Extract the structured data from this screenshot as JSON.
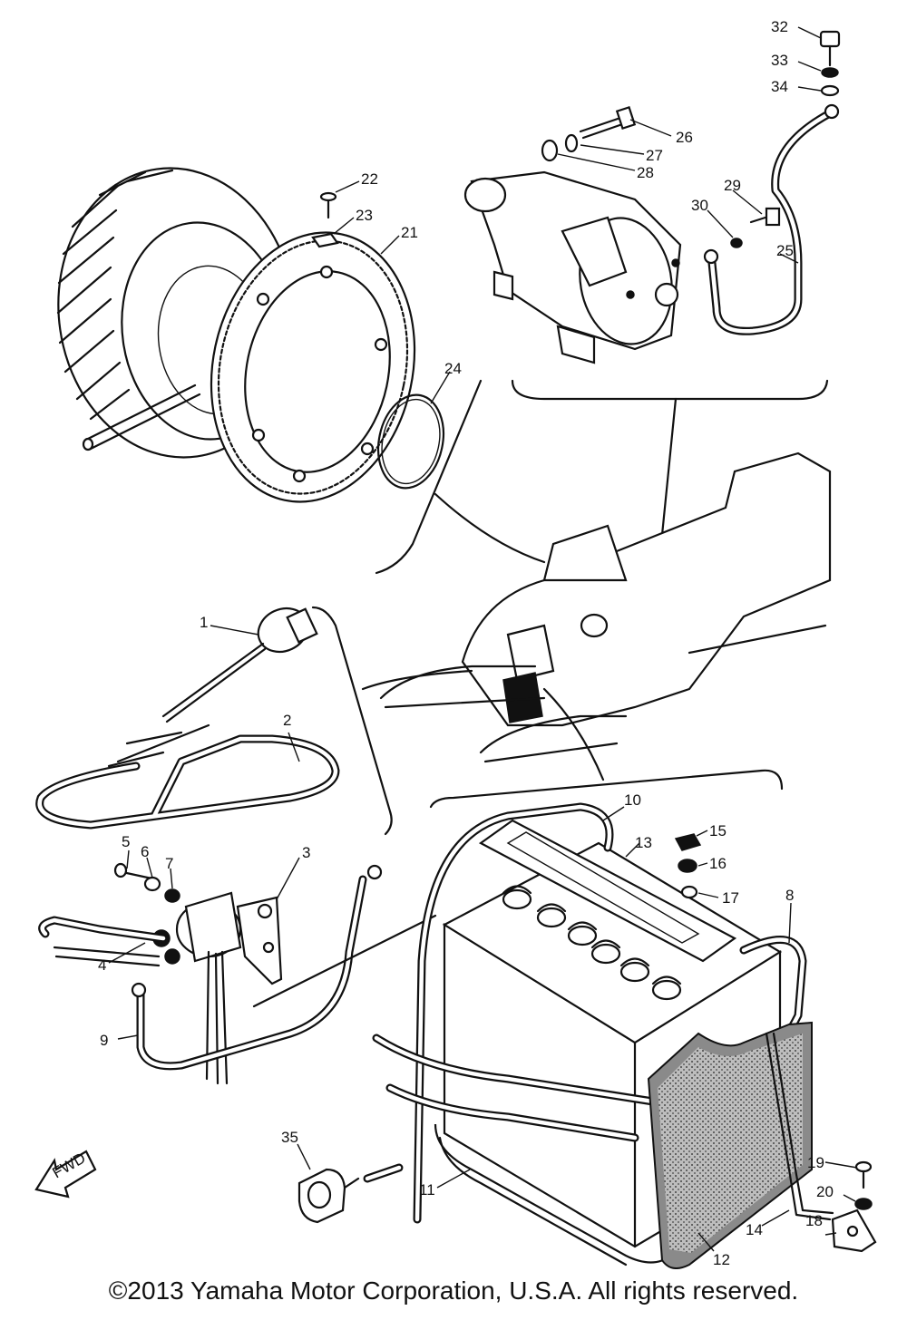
{
  "diagram": {
    "labels": [
      {
        "id": "1",
        "text": "1"
      },
      {
        "id": "2",
        "text": "2"
      },
      {
        "id": "3",
        "text": "3"
      },
      {
        "id": "4",
        "text": "4"
      },
      {
        "id": "5",
        "text": "5"
      },
      {
        "id": "6",
        "text": "6"
      },
      {
        "id": "7",
        "text": "7"
      },
      {
        "id": "8",
        "text": "8"
      },
      {
        "id": "9",
        "text": "9"
      },
      {
        "id": "10",
        "text": "10"
      },
      {
        "id": "11",
        "text": "11"
      },
      {
        "id": "12",
        "text": "12"
      },
      {
        "id": "13",
        "text": "13"
      },
      {
        "id": "14",
        "text": "14"
      },
      {
        "id": "15",
        "text": "15"
      },
      {
        "id": "16",
        "text": "16"
      },
      {
        "id": "17",
        "text": "17"
      },
      {
        "id": "18",
        "text": "18"
      },
      {
        "id": "19",
        "text": "19"
      },
      {
        "id": "20",
        "text": "20"
      },
      {
        "id": "21",
        "text": "21"
      },
      {
        "id": "22",
        "text": "22"
      },
      {
        "id": "23",
        "text": "23"
      },
      {
        "id": "24",
        "text": "24"
      },
      {
        "id": "25",
        "text": "25"
      },
      {
        "id": "26",
        "text": "26"
      },
      {
        "id": "27",
        "text": "27"
      },
      {
        "id": "28",
        "text": "28"
      },
      {
        "id": "29",
        "text": "29"
      },
      {
        "id": "30",
        "text": "30"
      },
      {
        "id": "32",
        "text": "32"
      },
      {
        "id": "33",
        "text": "33"
      },
      {
        "id": "34",
        "text": "34"
      },
      {
        "id": "35",
        "text": "35"
      }
    ],
    "fwd_label": "FWD"
  },
  "footer": {
    "copyright": "©2013 Yamaha Motor Corporation, U.S.A. All rights reserved."
  }
}
